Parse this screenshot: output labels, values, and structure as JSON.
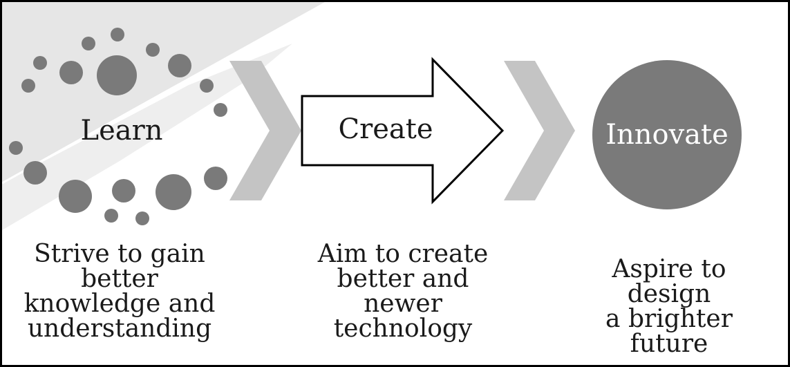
{
  "diagram": {
    "stages": [
      {
        "label": "Learn",
        "caption": "Strive to gain\nbetter\nknowledge and\nunderstanding"
      },
      {
        "label": "Create",
        "caption": "Aim to create\nbetter and\nnewer\ntechnology"
      },
      {
        "label": "Innovate",
        "caption": "Aspire to design\na brighter\nfuture"
      }
    ]
  },
  "colors": {
    "dots": "#7a7a7a",
    "chevron": "#c4c4c4",
    "circle": "#7a7a7a",
    "band": "#e3e3e3",
    "border": "#000000"
  }
}
